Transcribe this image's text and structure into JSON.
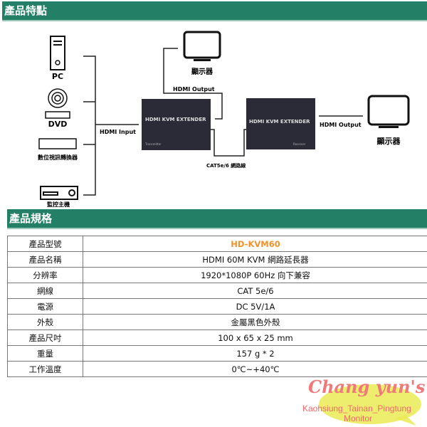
{
  "features": {
    "title": "產品特點"
  },
  "diagram": {
    "sources": [
      "PC",
      "DVD",
      "數位視訊轉換器",
      "監控主機"
    ],
    "hdmi_input": "HDMI Input",
    "hdmi_output_local": "HDMI Output",
    "hdmi_output_remote": "HDMI Output",
    "monitor_local": "顯示器",
    "monitor_remote": "顯示器",
    "cable": "CAT5e/6 網路線",
    "device_label": "HDMI KVM EXTENDER",
    "transmitter": "Transmitter",
    "receiver": "Receiver"
  },
  "specs": {
    "title": "產品規格",
    "rows": [
      {
        "k": "產品型號",
        "v": "HD-KVM60"
      },
      {
        "k": "產品名稱",
        "v": "HDMI 60M KVM 網路延長器"
      },
      {
        "k": "分辨率",
        "v": "1920*1080P 60Hz 向下兼容"
      },
      {
        "k": "網線",
        "v": "CAT 5e/6"
      },
      {
        "k": "電源",
        "v": "DC 5V/1A"
      },
      {
        "k": "外殼",
        "v": "金屬黑色外殼"
      },
      {
        "k": "產品尺吋",
        "v": "100 x 65 x 25 mm"
      },
      {
        "k": "重量",
        "v": "157 g * 2"
      },
      {
        "k": "工作溫度",
        "v": "0℃~+40℃"
      }
    ]
  },
  "watermark": {
    "brand": "Chang yun's",
    "line1": "Kaohsiung_Tainan_Pingtung",
    "line2": "Monitor"
  }
}
